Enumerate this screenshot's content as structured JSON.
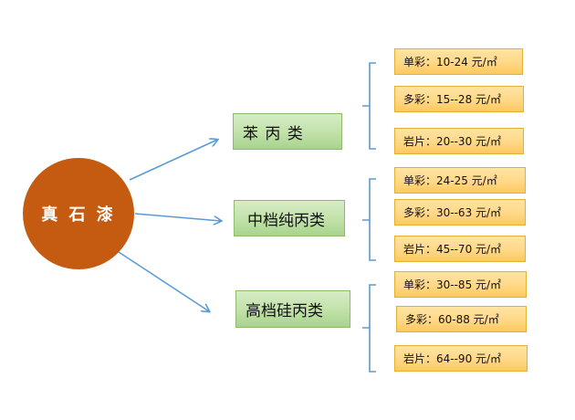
{
  "center": {
    "label": "真 石 漆"
  },
  "categories": [
    {
      "label": "苯 丙 类",
      "items": [
        "单彩：10-24 元/㎡",
        "多彩：15--28 元/㎡",
        "岩片：20--30 元/㎡"
      ]
    },
    {
      "label": "中档纯丙类",
      "items": [
        "单彩：24-25 元/㎡",
        "多彩：30--63 元/㎡",
        "岩片：45--70 元/㎡"
      ]
    },
    {
      "label": "高档硅丙类",
      "items": [
        "单彩：30--85 元/㎡",
        "多彩：60-88 元/㎡",
        "岩片：64--90 元/㎡"
      ]
    }
  ],
  "colors": {
    "center_fill": "#c55a11",
    "category_fill": "#c3e2ab",
    "item_fill": "#ffd887",
    "arrow": "#5b9bd5",
    "bracket": "#5b9bd5"
  }
}
